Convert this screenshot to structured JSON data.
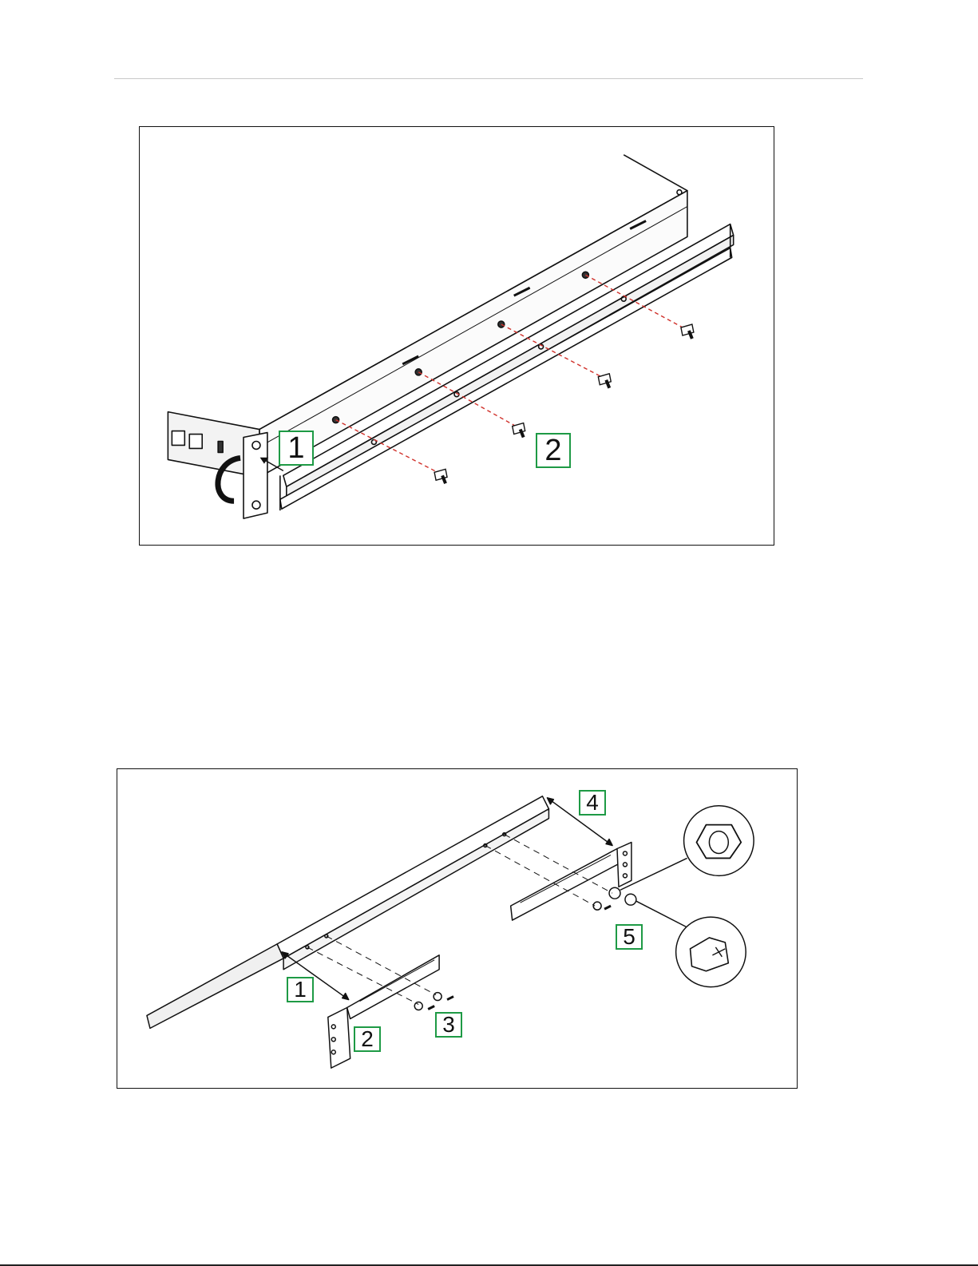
{
  "figure_1": {
    "callouts": [
      "1",
      "2"
    ],
    "colors": {
      "callout_border": "#1e9a45",
      "guide_line": "#d0302a",
      "line_art": "#111111"
    }
  },
  "figure_2": {
    "callouts": [
      "1",
      "2",
      "3",
      "4",
      "5"
    ],
    "colors": {
      "callout_border": "#1e9a45",
      "line_art": "#111111"
    }
  }
}
